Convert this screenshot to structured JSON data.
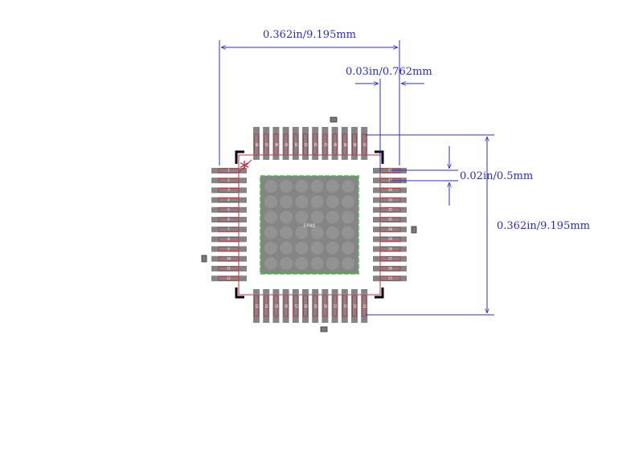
{
  "diagram": {
    "dimensions": {
      "top_width": "0.362in/9.195mm",
      "pad_width": "0.03in/0.762mm",
      "pitch": "0.02in/0.5mm",
      "right_height": "0.362in/9.195mm"
    },
    "pin1_marker": "*",
    "exposed_pad_label": "EPAD",
    "pins_per_side": 12,
    "pin_labels": {
      "top": [
        "48",
        "47",
        "46",
        "45",
        "44",
        "43",
        "42",
        "41",
        "40",
        "39",
        "38",
        "37"
      ],
      "left": [
        "1",
        "2",
        "3",
        "4",
        "5",
        "6",
        "7",
        "8",
        "9",
        "10",
        "11",
        "12"
      ],
      "bottom": [
        "13",
        "14",
        "15",
        "16",
        "17",
        "18",
        "19",
        "20",
        "21",
        "22",
        "23",
        "24"
      ],
      "right": [
        "36",
        "35",
        "34",
        "33",
        "32",
        "31",
        "30",
        "29",
        "28",
        "27",
        "26",
        "25"
      ]
    },
    "colors": {
      "pad_fill": "#858585",
      "pad_outline": "#c8283c",
      "dimension": "#2b2bd4",
      "courtyard": "#000000",
      "exposed_pad": "#8a8a8a",
      "exposed_pad_outline": "#3cc83c",
      "pin1": "#c8283c",
      "fiducial": "#7a7a7a"
    }
  }
}
